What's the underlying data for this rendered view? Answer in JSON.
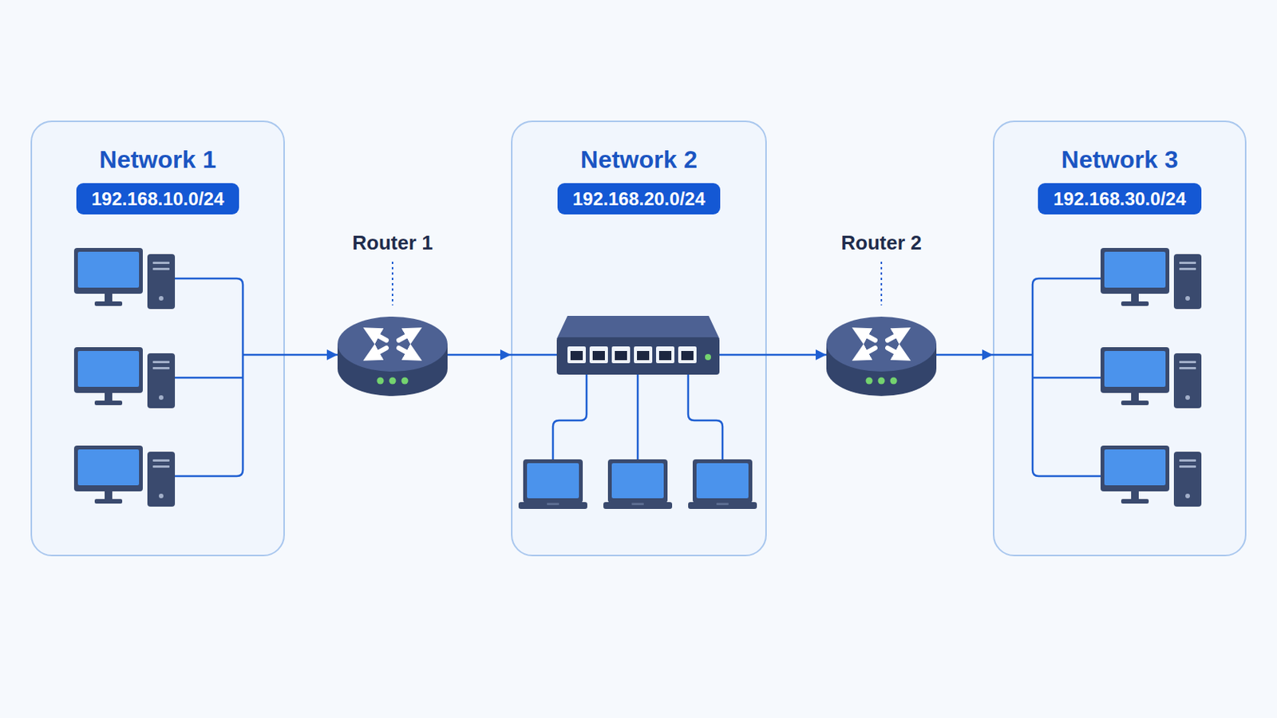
{
  "diagram": {
    "nodes": [
      {
        "text": [
          "Network 1",
          "192.168.10.0/24"
        ]
      },
      {
        "text": [
          "Router 1"
        ]
      },
      {
        "text": [
          "Network 2",
          "192.168.20.0/24"
        ]
      },
      {
        "text": [
          "Router 2"
        ]
      },
      {
        "text": [
          "Network 3",
          "192.168.30.0/24"
        ]
      }
    ],
    "edges": [
      {
        "from": 0,
        "to": 1,
        "arrow": "to"
      },
      {
        "from": 1,
        "to": 2,
        "arrow": "to"
      },
      {
        "from": 2,
        "to": 3,
        "arrow": "to"
      },
      {
        "from": 3,
        "to": 4,
        "arrow": "to"
      }
    ]
  }
}
